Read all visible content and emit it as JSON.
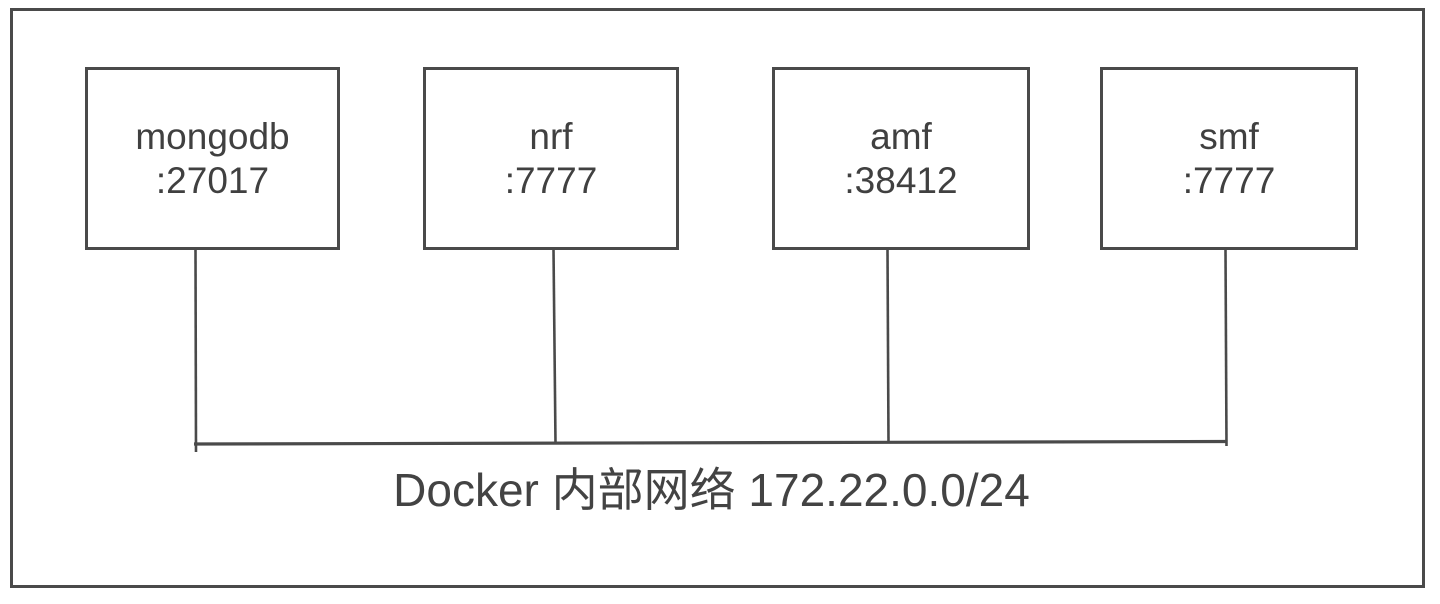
{
  "diagram": {
    "type": "network-topology",
    "nodes": [
      {
        "id": "mongodb",
        "name": "mongodb",
        "port": ":27017"
      },
      {
        "id": "nrf",
        "name": "nrf",
        "port": ":7777"
      },
      {
        "id": "amf",
        "name": "amf",
        "port": ":38412"
      },
      {
        "id": "smf",
        "name": "smf",
        "port": ":7777"
      }
    ],
    "network": {
      "label": "Docker 内部网络 172.22.0.0/24"
    },
    "colors": {
      "stroke": "#4a4a4a",
      "text": "#404040",
      "background": "#ffffff"
    }
  }
}
